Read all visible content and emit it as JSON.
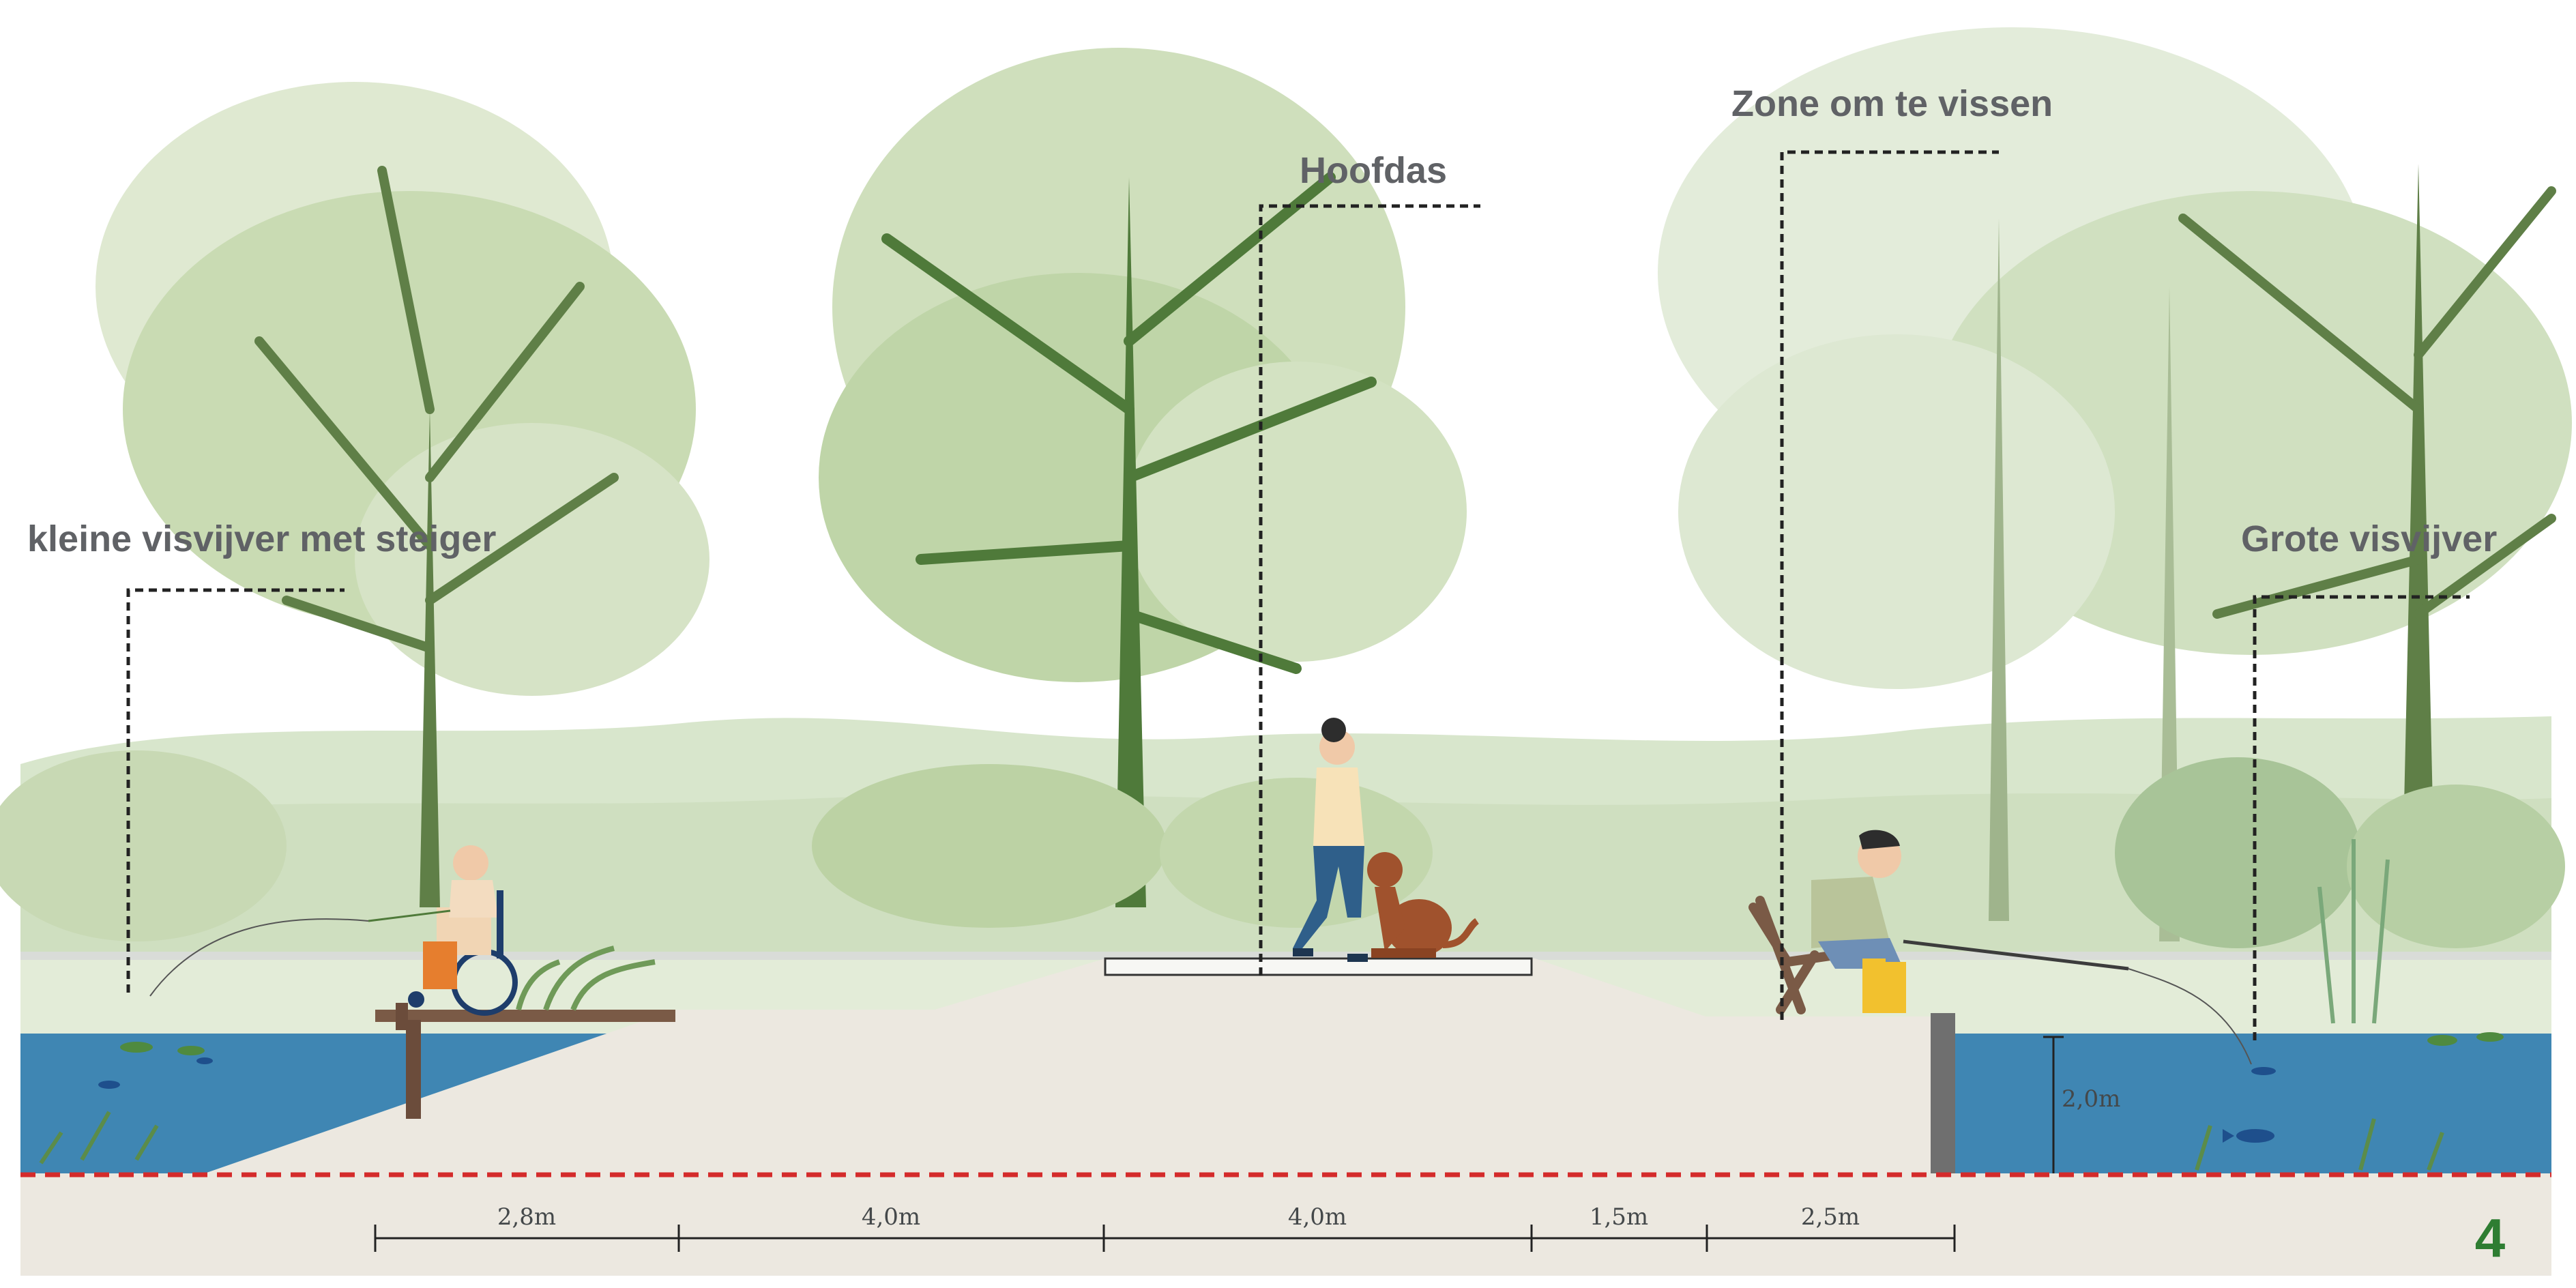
{
  "labels": {
    "small_pond": "kleine visvijver met steiger",
    "main_axis": "Hoofdas",
    "fishing_zone": "Zone om te vissen",
    "large_pond": "Grote visvijver"
  },
  "dimensions": {
    "segments": [
      "2,8m",
      "4,0m",
      "4,0m",
      "1,5m",
      "2,5m"
    ],
    "water_depth": "2,0m"
  },
  "page_number": "4",
  "colors": {
    "water": "#3f86b3",
    "gravel": "#ece8e0",
    "tree_foliage": "#c5d9ad",
    "trunk": "#5f7f47",
    "hills": "#d8e6cc",
    "red_dashed_line": "#d42b2b",
    "label_text": "#606266",
    "page_number": "#2e7d32"
  },
  "icons": [
    "person-in-wheelchair-icon",
    "woman-walking-icon",
    "dog-icon",
    "fisherman-icon",
    "folding-chair-icon",
    "fish-icon",
    "tree-icon",
    "fern-icon"
  ]
}
